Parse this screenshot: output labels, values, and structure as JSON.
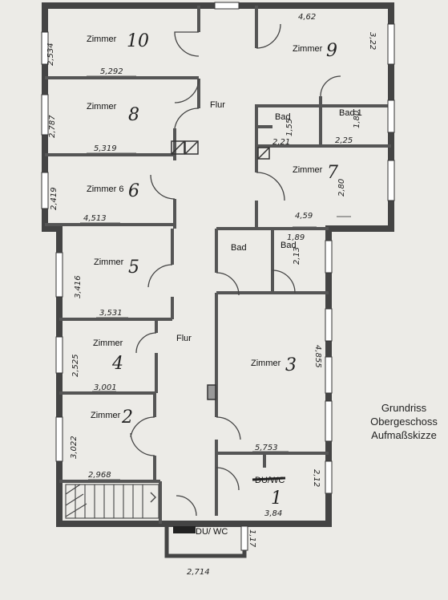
{
  "caption": {
    "line1": "Grundriss",
    "line2": "Obergeschoss",
    "line3": "Aufmaßskizze"
  },
  "labels": {
    "zimmer10": "Zimmer",
    "zimmer10_num": "10",
    "zimmer9": "Zimmer",
    "zimmer9_num": "9",
    "zimmer8": "Zimmer",
    "zimmer8_num": "8",
    "zimmer7": "Zimmer",
    "zimmer7_num": "7",
    "zimmer6": "Zimmer 6",
    "zimmer6_num": "6",
    "zimmer5": "Zimmer",
    "zimmer5_num": "5",
    "zimmer4": "Zimmer",
    "zimmer4_num": "4",
    "zimmer3": "Zimmer",
    "zimmer3_num": "3",
    "zimmer2": "Zimmer",
    "zimmer2_num": "2",
    "wc_room": "DU/WC",
    "wc_room_num": "1",
    "flur_top": "Flur",
    "flur_mid": "Flur",
    "bad_top": "Bad",
    "bad1": "Bad 1",
    "bad_left": "Bad",
    "bad_right": "Bad",
    "du_wc_bottom": "DU/ WC"
  },
  "dimensions": {
    "z10_w": "5,292",
    "z10_h": "2,534",
    "z9_w": "4,62",
    "z9_h": "3,22",
    "z8_w": "5,319",
    "z8_h": "2,787",
    "bad_top_h": "1,55",
    "bad1_w": "2,25",
    "bad1_h": "1,80",
    "bad_mid": "2,21",
    "z7_w": "4,59",
    "z7_h": "2,80",
    "z6_w": "4,513",
    "z6_h": "2,419",
    "bad_right_w": "1,89",
    "bad_right_h": "2,13",
    "z5_w": "3,531",
    "z5_h": "3,416",
    "z3_w": "5,753",
    "z3_h": "4,855",
    "z4_w": "3,001",
    "z4_h": "2,525",
    "z2_w": "2,968",
    "z2_h": "3,022",
    "wc_w": "3,84",
    "wc_h": "2,12",
    "bottom_w": "2,714",
    "bottom_h": "1,17"
  }
}
